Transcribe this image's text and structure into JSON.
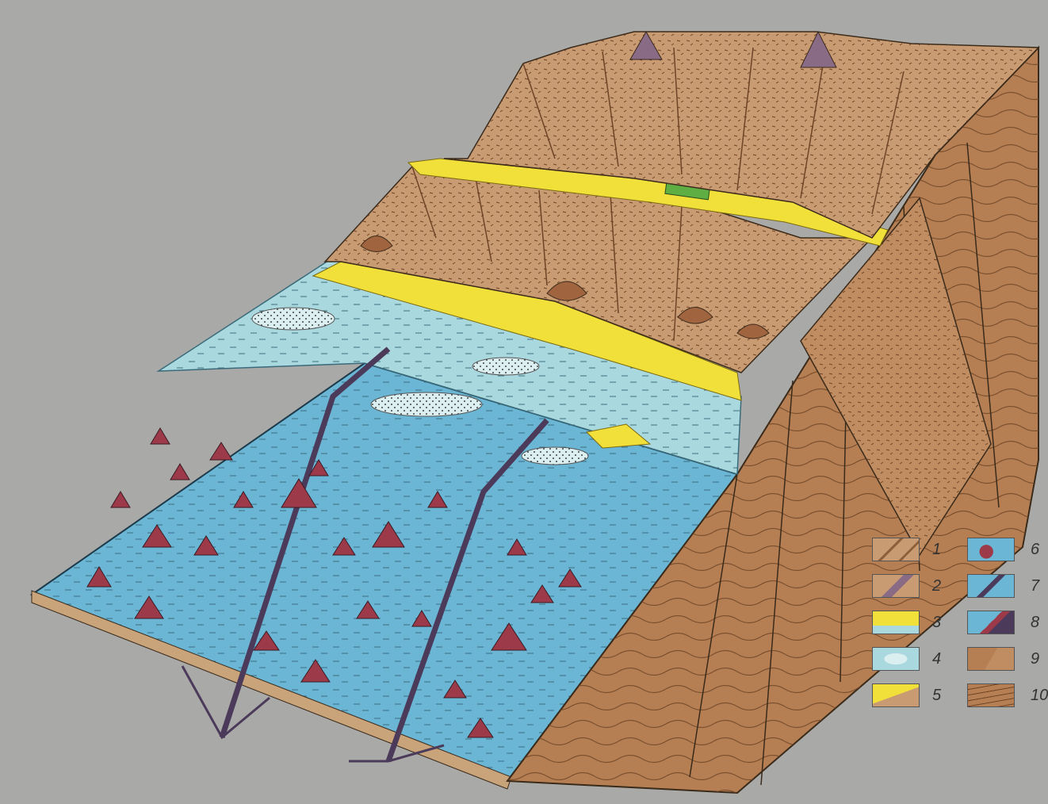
{
  "legend": {
    "items": [
      {
        "number": "1",
        "swatch": "mountain-terrain"
      },
      {
        "number": "2",
        "swatch": "volcano"
      },
      {
        "number": "3",
        "swatch": "alluvial-sand"
      },
      {
        "number": "4",
        "swatch": "sand-bar"
      },
      {
        "number": "5",
        "swatch": "coastal-deposit"
      },
      {
        "number": "6",
        "swatch": "reef-mounds"
      },
      {
        "number": "7",
        "swatch": "submarine-canyon"
      },
      {
        "number": "8",
        "swatch": "turbidite-fan"
      },
      {
        "number": "9",
        "swatch": "granite-intrusion"
      },
      {
        "number": "10",
        "swatch": "folded-strata"
      }
    ]
  },
  "colors": {
    "background": "#a9a9a7",
    "mountain": "#c99b73",
    "mountain_dark": "#8f5f3c",
    "sand": "#f2e03a",
    "shelf_water": "#a9d9df",
    "deep_water": "#6bb6d4",
    "reef": "#9c3a4a",
    "canyon": "#4b3a5a",
    "crust": "#b57f53",
    "volcano": "#8a6b86"
  }
}
